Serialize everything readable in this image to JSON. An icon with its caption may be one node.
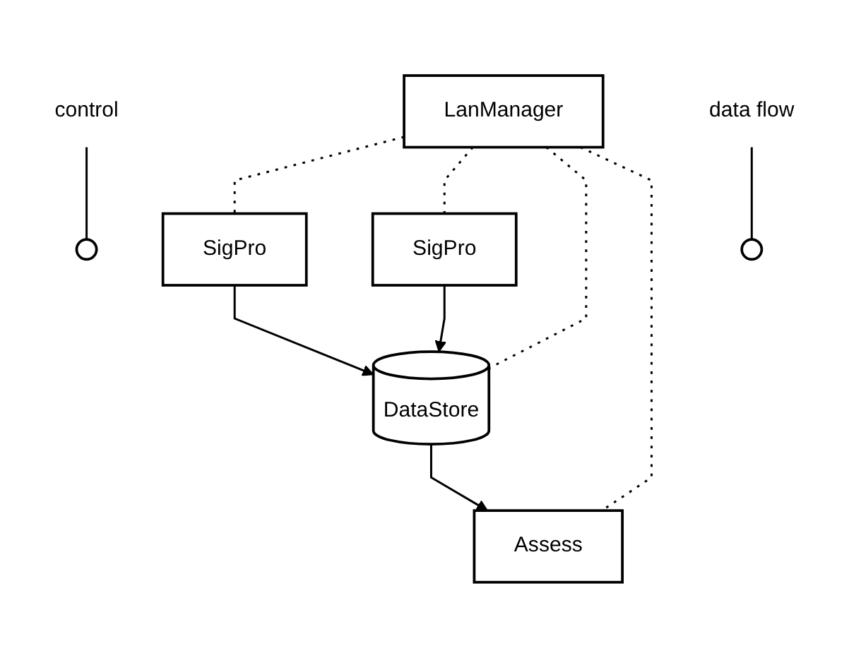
{
  "diagram": {
    "nodes": [
      {
        "text": [
          "LanManager"
        ]
      },
      {
        "text": [
          "control"
        ]
      },
      {
        "text": [
          "SigPro"
        ]
      },
      {
        "text": [
          "Assess"
        ]
      },
      {
        "text": [
          "SigPro"
        ]
      },
      {
        "text": [
          "data flow"
        ]
      },
      {
        "text": [
          "DataStore"
        ]
      },
      {
        "text": [],
        "shape": "circle"
      },
      {
        "text": [],
        "shape": "circle"
      }
    ],
    "edges": [
      {
        "from": 0,
        "to": 2,
        "arrow": "none",
        "style": "dashed"
      },
      {
        "from": 0,
        "to": 4,
        "arrow": "none",
        "style": "dashed"
      },
      {
        "from": 0,
        "to": 6,
        "arrow": "none",
        "style": "dashed"
      },
      {
        "from": 0,
        "to": 3,
        "arrow": "none",
        "style": "dashed"
      },
      {
        "from": 2,
        "to": 6,
        "arrow": "to"
      },
      {
        "from": 4,
        "to": 6,
        "arrow": "to"
      },
      {
        "from": 6,
        "to": 3,
        "arrow": "to"
      },
      {
        "from": 1,
        "to": 7,
        "arrow": "none"
      },
      {
        "from": 5,
        "to": 8,
        "arrow": "none"
      }
    ]
  }
}
